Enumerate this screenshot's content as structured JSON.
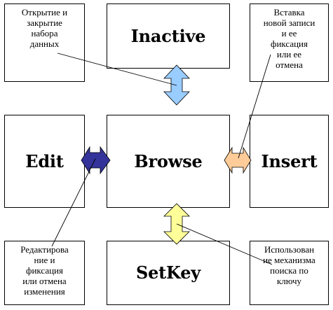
{
  "states": {
    "inactive": "Inactive",
    "edit": "Edit",
    "browse": "Browse",
    "insert": "Insert",
    "setkey": "SetKey"
  },
  "notes": {
    "top_left": "Открытие и\nзакрытие\nнабора\nданных",
    "top_right": "Вставка\nновой записи\nи ее\nфиксация\nили ее\nотмена",
    "bottom_left": "Редактирова\nние и\nфиксация\nили отмена\nизменения",
    "bottom_right": "Использован\nие механизма\nпоиска по\nключу"
  },
  "colors": {
    "inactive_browse_arrow": "#99ccff",
    "edit_browse_arrow": "#333399",
    "browse_insert_arrow": "#ffcc99",
    "browse_setkey_arrow": "#ffff99",
    "outline": "#000000"
  }
}
